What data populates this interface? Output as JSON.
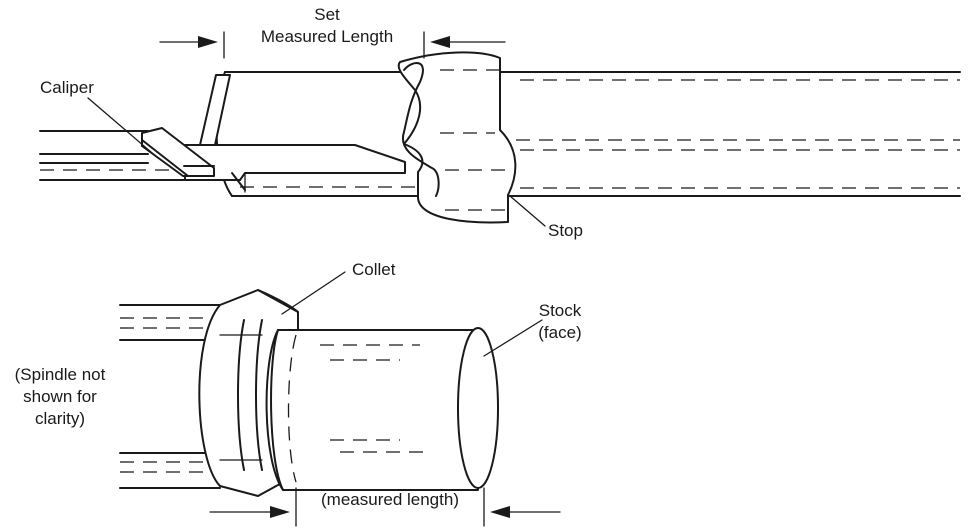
{
  "labels": {
    "set_line1": "Set",
    "set_line2": "Measured Length",
    "caliper": "Caliper",
    "stop": "Stop",
    "collet": "Collet",
    "stock_line1": "Stock",
    "stock_line2": "(face)",
    "spindle_line1": "(Spindle not",
    "spindle_line2": "shown for",
    "spindle_line3": "clarity)",
    "measured_length": "(measured length)"
  }
}
